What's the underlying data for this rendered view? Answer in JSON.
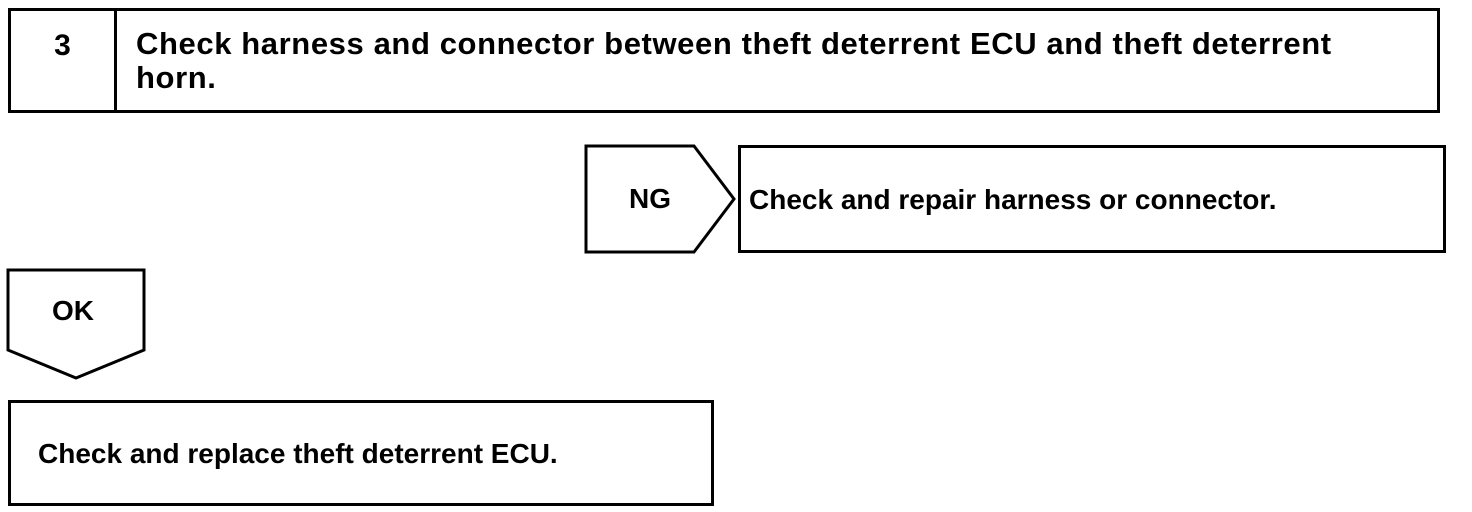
{
  "step": {
    "number": "3",
    "text": "Check harness and connector between theft deterrent ECU and theft deterrent horn."
  },
  "ng_branch": {
    "label": "NG",
    "result": "Check and repair harness or connector."
  },
  "ok_branch": {
    "label": "OK",
    "result": "Check and replace theft deterrent ECU."
  }
}
